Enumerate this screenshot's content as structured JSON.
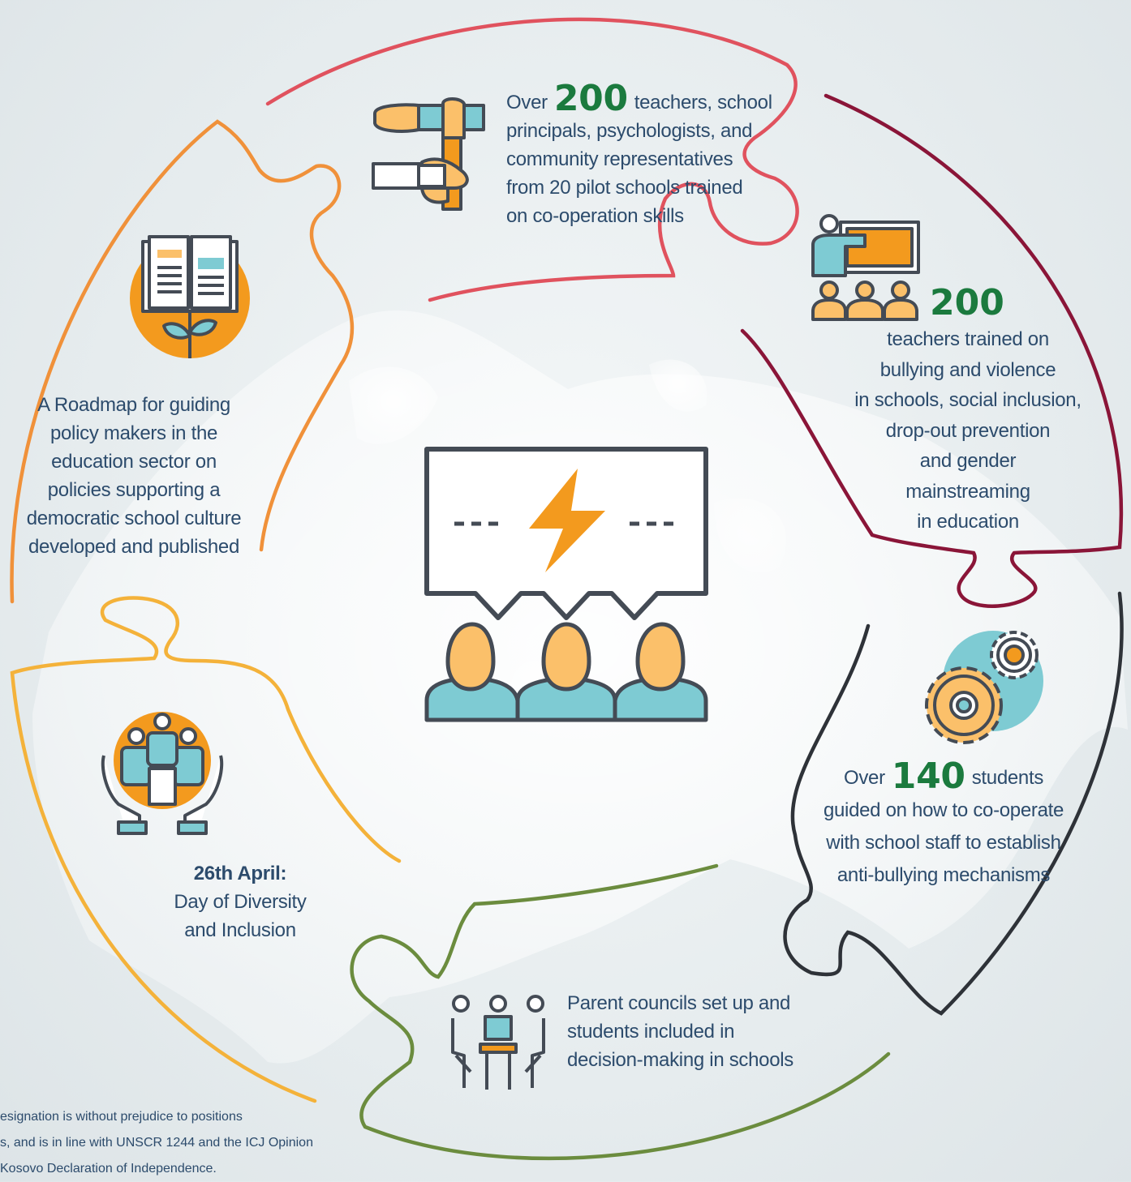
{
  "segments": {
    "teachers_coop": {
      "prefix": "Over",
      "number": "200",
      "suffix": "teachers, school",
      "lines": [
        "principals, psychologists, and",
        "community representatives",
        "from 20 pilot schools trained",
        "on co-operation skills"
      ]
    },
    "teachers_bullying": {
      "number": "200",
      "lines": [
        "teachers trained on",
        "bullying and violence",
        "in schools, social inclusion,",
        "drop-out prevention",
        "and gender",
        "mainstreaming",
        "in education"
      ]
    },
    "students": {
      "prefix": "Over",
      "number": "140",
      "suffix": "students",
      "lines": [
        "guided on how to co-operate",
        "with school staff to establish",
        "anti-bullying mechanisms"
      ]
    },
    "parents": {
      "lines": [
        "Parent councils set up and",
        "students included in",
        "decision-making in schools"
      ]
    },
    "diversity": {
      "date": "26th April:",
      "lines": [
        "Day of Diversity",
        "and Inclusion"
      ]
    },
    "roadmap": {
      "lines": [
        "A Roadmap for guiding",
        "policy makers in the",
        "education sector on",
        "policies supporting a",
        "democratic school culture",
        "developed and published"
      ]
    }
  },
  "footnote": "esignation is without prejudice to positions\ns, and is in line with UNSCR 1244 and the ICJ Opinion\nKosovo Declaration of Independence.",
  "colors": {
    "red_piece": "#e0525e",
    "maroon_piece": "#8a1538",
    "dark_piece": "#2e3238",
    "green_piece": "#6b8c3e",
    "yellow_piece": "#f4b23a",
    "orange_piece": "#f0913a",
    "accent_orange": "#f39a1e",
    "accent_teal": "#7ecbd3",
    "number_green": "#1b7a3e"
  },
  "icons": {
    "center": "discussion-lightning-icon",
    "teachers_coop": "handshake-icon",
    "teachers_bullying": "presentation-icon",
    "students": "gears-icon",
    "parents": "meeting-table-icon",
    "diversity": "hands-people-icon",
    "roadmap": "book-plant-icon"
  }
}
